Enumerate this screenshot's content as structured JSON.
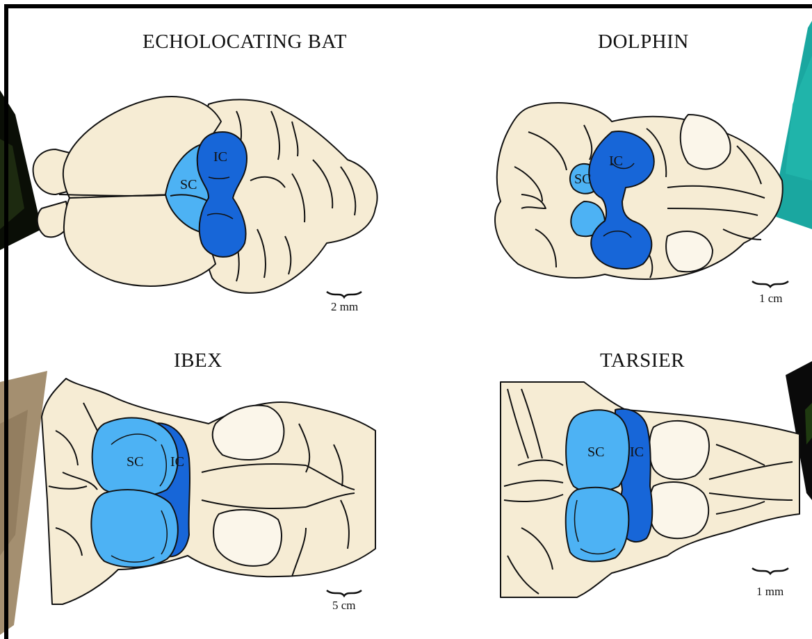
{
  "colors": {
    "brain": "#f6ecd4",
    "brain_light": "#fbf6ea",
    "superior_colliculus": "#4db2f4",
    "inferior_colliculus": "#1766d8",
    "outline": "#111111"
  },
  "panels": {
    "bat": {
      "title": "ECHOLOCATING BAT",
      "scale": "2 mm",
      "sc": "SC",
      "ic": "IC"
    },
    "dolphin": {
      "title": "DOLPHIN",
      "scale": "1 cm",
      "sc": "SC",
      "ic": "IC"
    },
    "ibex": {
      "title": "IBEX",
      "scale": "5 cm",
      "sc": "SC",
      "ic": "IC"
    },
    "tarsier": {
      "title": "TARSIER",
      "scale": "1 mm",
      "sc": "SC",
      "ic": "IC"
    }
  }
}
